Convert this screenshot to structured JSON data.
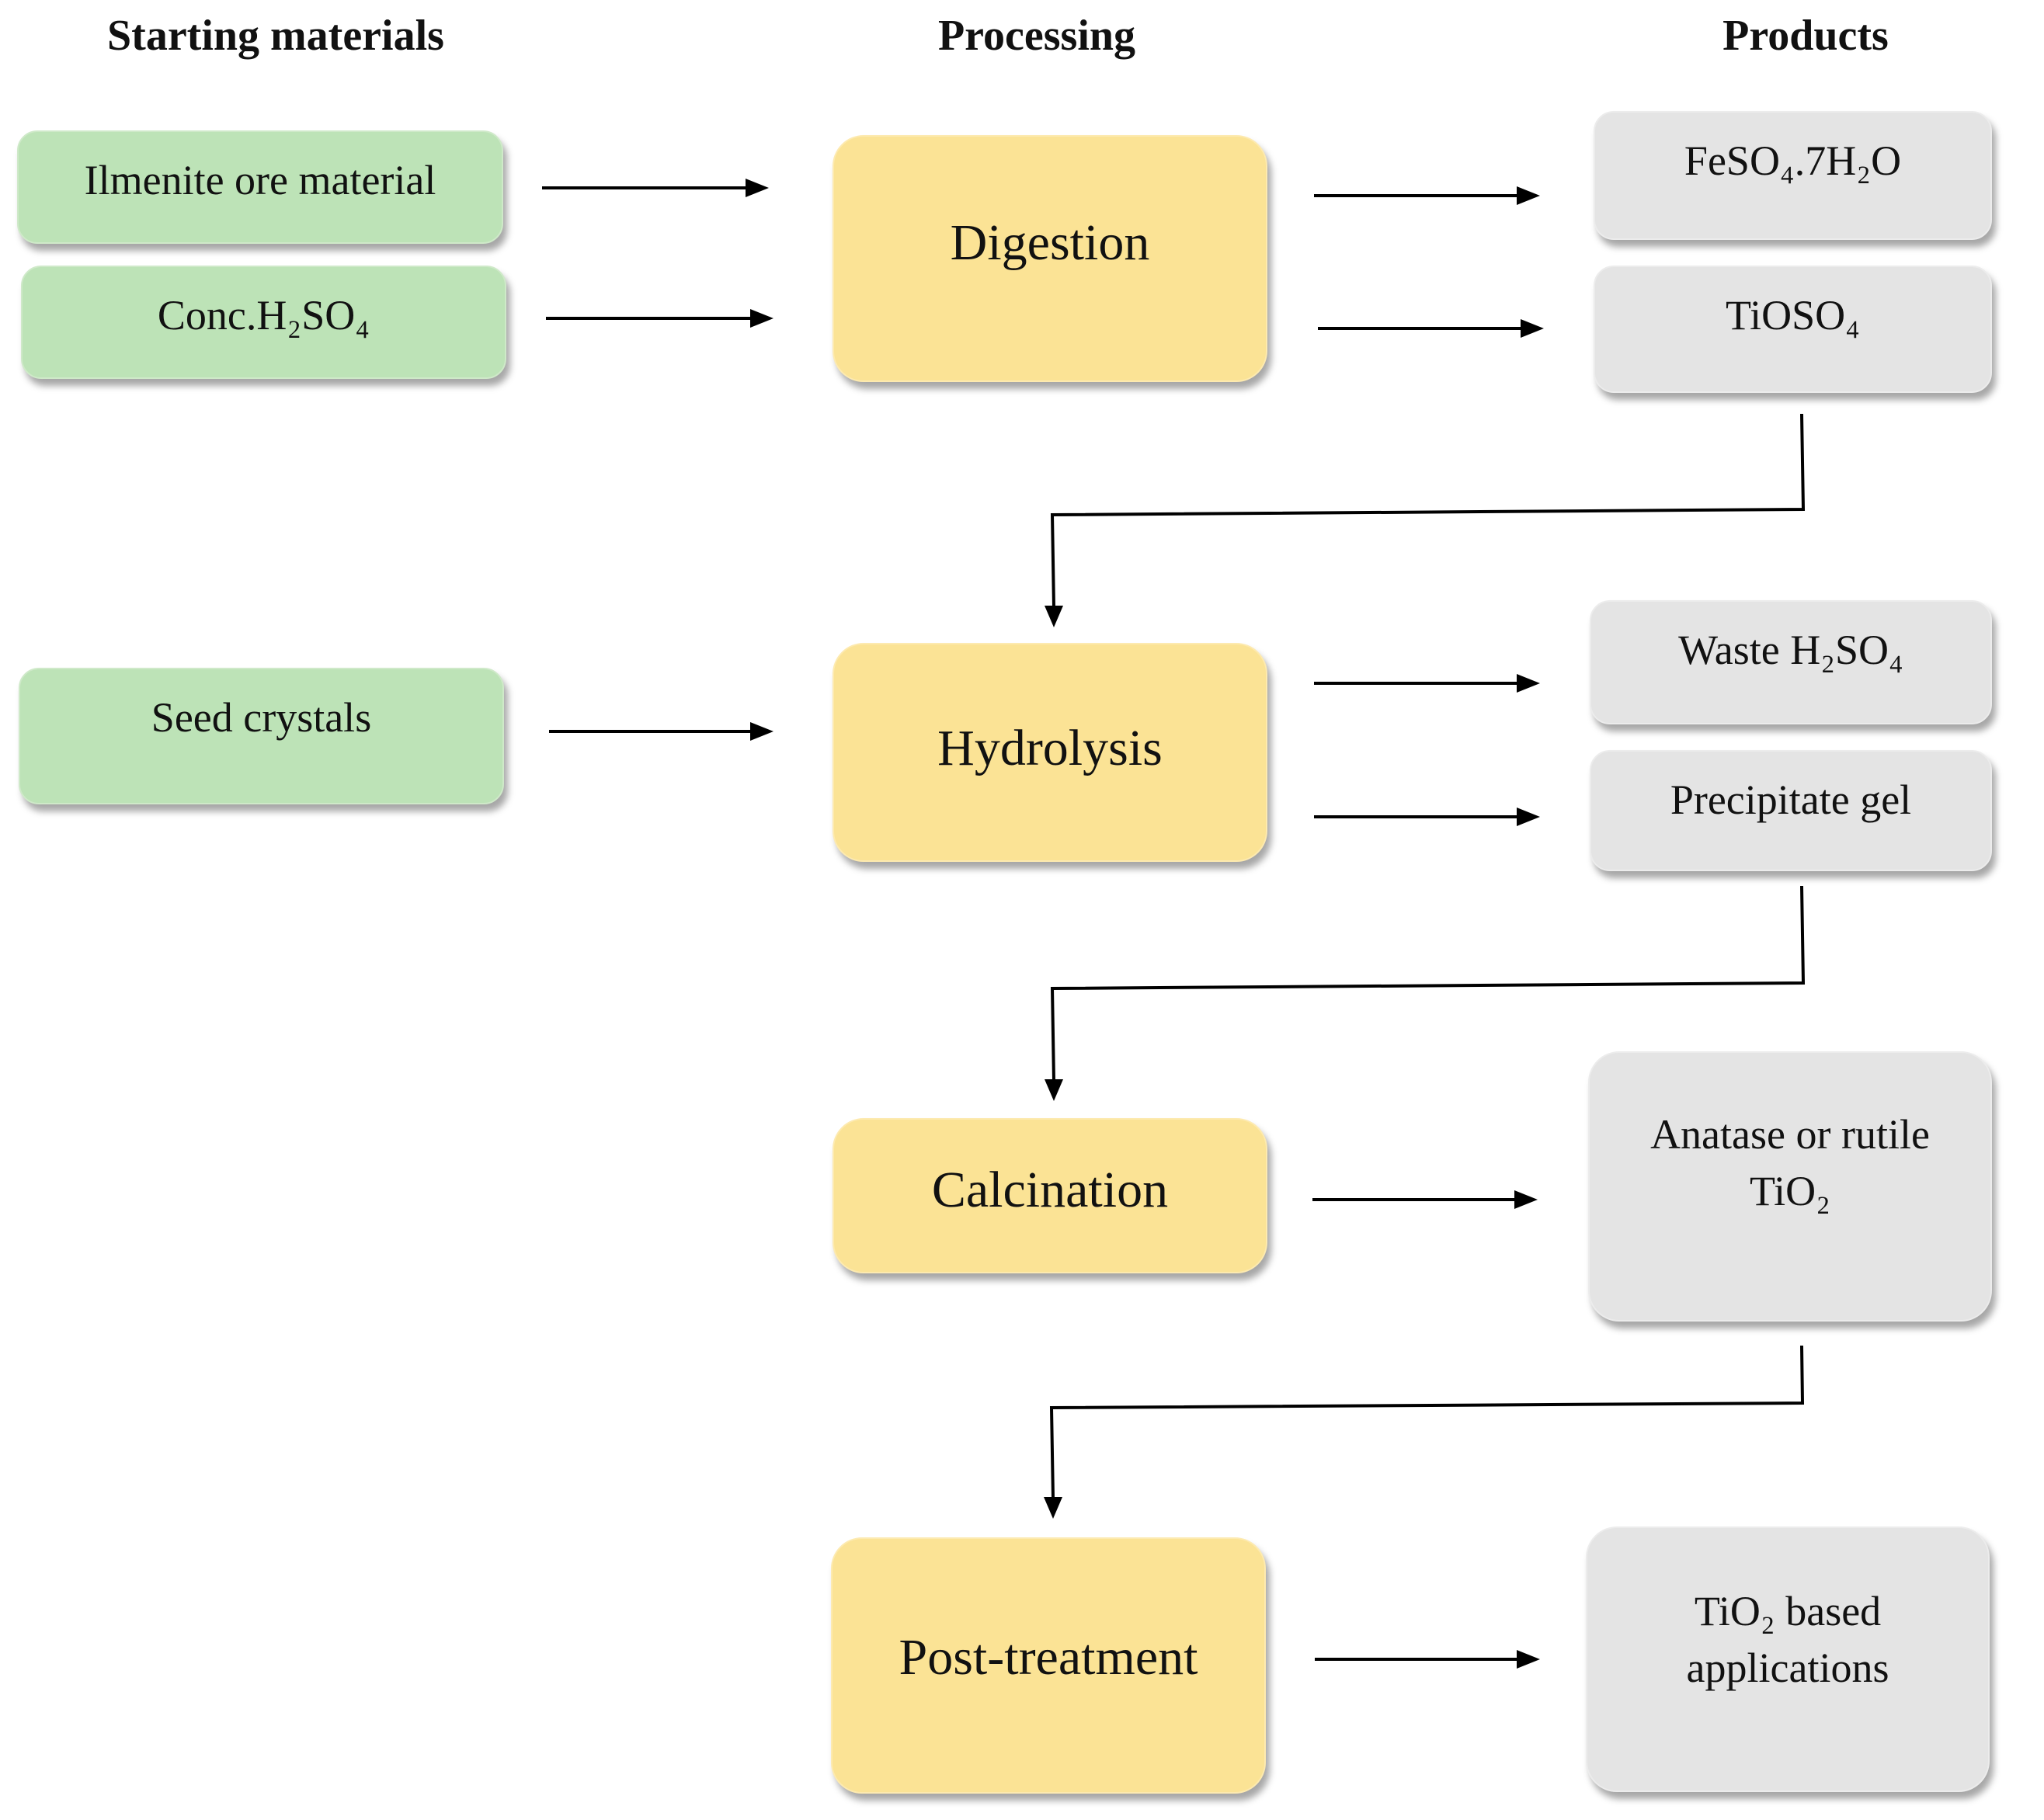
{
  "headers": {
    "starting": "Starting materials",
    "processing": "Processing",
    "products": "Products"
  },
  "starting_materials": {
    "ilmenite": "Ilmenite ore material",
    "acid": "Conc.H₂SO₄",
    "seed": "Seed crystals"
  },
  "processing": {
    "digestion": "Digestion",
    "hydrolysis": "Hydrolysis",
    "calcination": "Calcination",
    "post_treatment": "Post-treatment"
  },
  "products": {
    "ferrous_sulfate": "FeSO₄.7H₂O",
    "titanyl_sulfate": "TiOSO₄",
    "waste_acid": "Waste H₂SO₄",
    "precipitate": "Precipitate gel",
    "tio2_line1": "Anatase or rutile",
    "tio2_line2": "TiO₂",
    "apps_line1": "TiO₂ based",
    "apps_line2": "applications"
  }
}
